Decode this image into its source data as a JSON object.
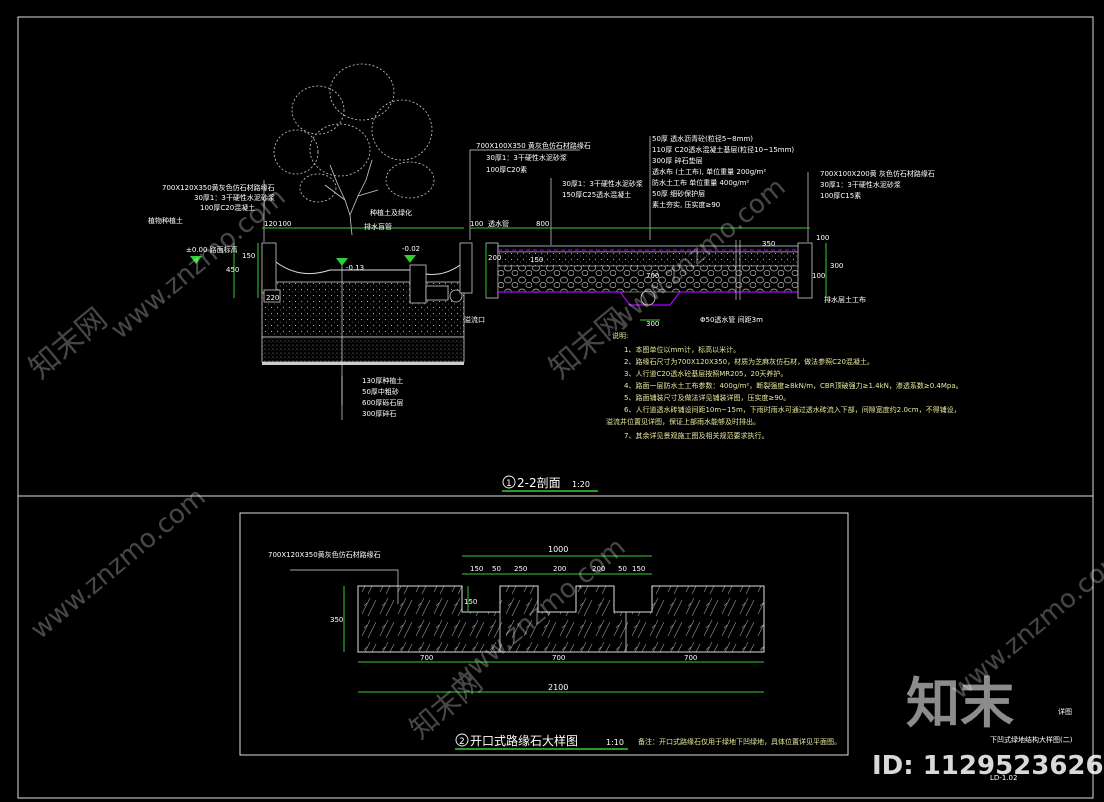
{
  "section_title": {
    "circle": "1",
    "label": "2-2剖面",
    "scale": "1:20"
  },
  "detail_title": {
    "circle": "2",
    "label": "开口式路缘石大样图",
    "scale": "1:10"
  },
  "section_labels": {
    "curb_top": "700X120X350黄灰色仿石材路缘石",
    "mortar1": "30厚1：3干硬性水泥砂浆",
    "c20_1": "100厚C20混凝土",
    "grass": "种植土及绿化",
    "curb_mid": "700X100X350 黄灰色仿石材路缘石",
    "mortar2": "30厚1：3干硬性水泥砂浆",
    "c20_2": "100厚C20素",
    "walk_a": "30厚1：3干硬性水泥砂浆",
    "walk_b": "150厚C25透水混凝土",
    "p1": "50厚 透水沥青砼(粒径5~8mm)",
    "p2": "110厚 C20透水混凝土基层(粒径10~15mm)",
    "p3": "300厚 碎石垫层",
    "p4": "透水布 (土工布), 单位重量 200g/m²",
    "p5": "防水土工布 单位重量 400g/m²",
    "p6": "50厚 细砂保护层",
    "p7": "素土夯实, 压实度≥90",
    "curb_right": "700X100X200黄 灰色仿石材路缘石",
    "mortar3": "30厚1：3干硬性水泥砂浆",
    "c15": "100厚C15素",
    "plant_left": "植物种植土",
    "drain": "排水盲管",
    "pipe": "透水管",
    "overflow": "溢流口",
    "level0": "±0.00 路面标高",
    "level1": "-0.02",
    "level2": "-0.13",
    "base1": "130厚种植土",
    "base2": "50厚中粗砂",
    "base3": "600厚砾石层",
    "base4": "300厚碎石",
    "dim_120": "120",
    "dim_100": "100",
    "dim_150": "150",
    "dim_450": "450",
    "dim_220": "220",
    "dim_100b": "100",
    "dim_800": "800",
    "dim_200": "200",
    "dim_150b": "150",
    "dim_700": "700",
    "dim_300": "300",
    "dim_300b": "300",
    "dim_350": "350",
    "dim_100c": "100",
    "dim_100d": "100",
    "note_right": "Φ50透水管 间距3m",
    "note_right2": "排水层土工布"
  },
  "notes": [
    "1、本图单位以mm计，标高以米计。",
    "2、路缘石尺寸为700X120X350，材质为芝麻灰仿石材，做法参照C20混凝土。",
    "3、人行道C20透水砼基层按照MR205，20天养护。",
    "4、路面一层防水土工布参数：400g/m²，断裂强度≥8kN/m，CBR顶破强力≥1.4kN，渗透系数≥0.4Mpa。",
    "5、路面铺装尺寸及做法详见铺装详图，压实度≥90。",
    "6、人行道透水砖铺设间距10m~15m，下雨时雨水可通过透水砖流入下部，间隙宽度约2.0cm，不得铺设，",
    "溢流井位置见详图，保证上部雨水能够及时排出。",
    "7、其余详见景观施工图及相关规范要求执行。"
  ],
  "detail": {
    "callout": "700X120X350黄灰色仿石材路缘石",
    "dim_total_top": "1000",
    "seg_top": [
      "150",
      "50",
      "250",
      "200",
      "200",
      "50",
      "150"
    ],
    "dim_left": "350",
    "dim_notch": "150",
    "seg_bottom": [
      "700",
      "700",
      "700"
    ],
    "dim_total_bottom": "2100",
    "remark": "备注：开口式路缘石仅用于绿地下凹绿地，具体位置详见平面图。"
  },
  "title_block": {
    "line1": "下凹式绿地结构大样图(二)",
    "line2": "LD-1.02",
    "small": "详图"
  },
  "watermark": {
    "brand": "知末",
    "id": "ID: 1129523626",
    "site": "www.znzmo.com",
    "site2": "知末网"
  }
}
